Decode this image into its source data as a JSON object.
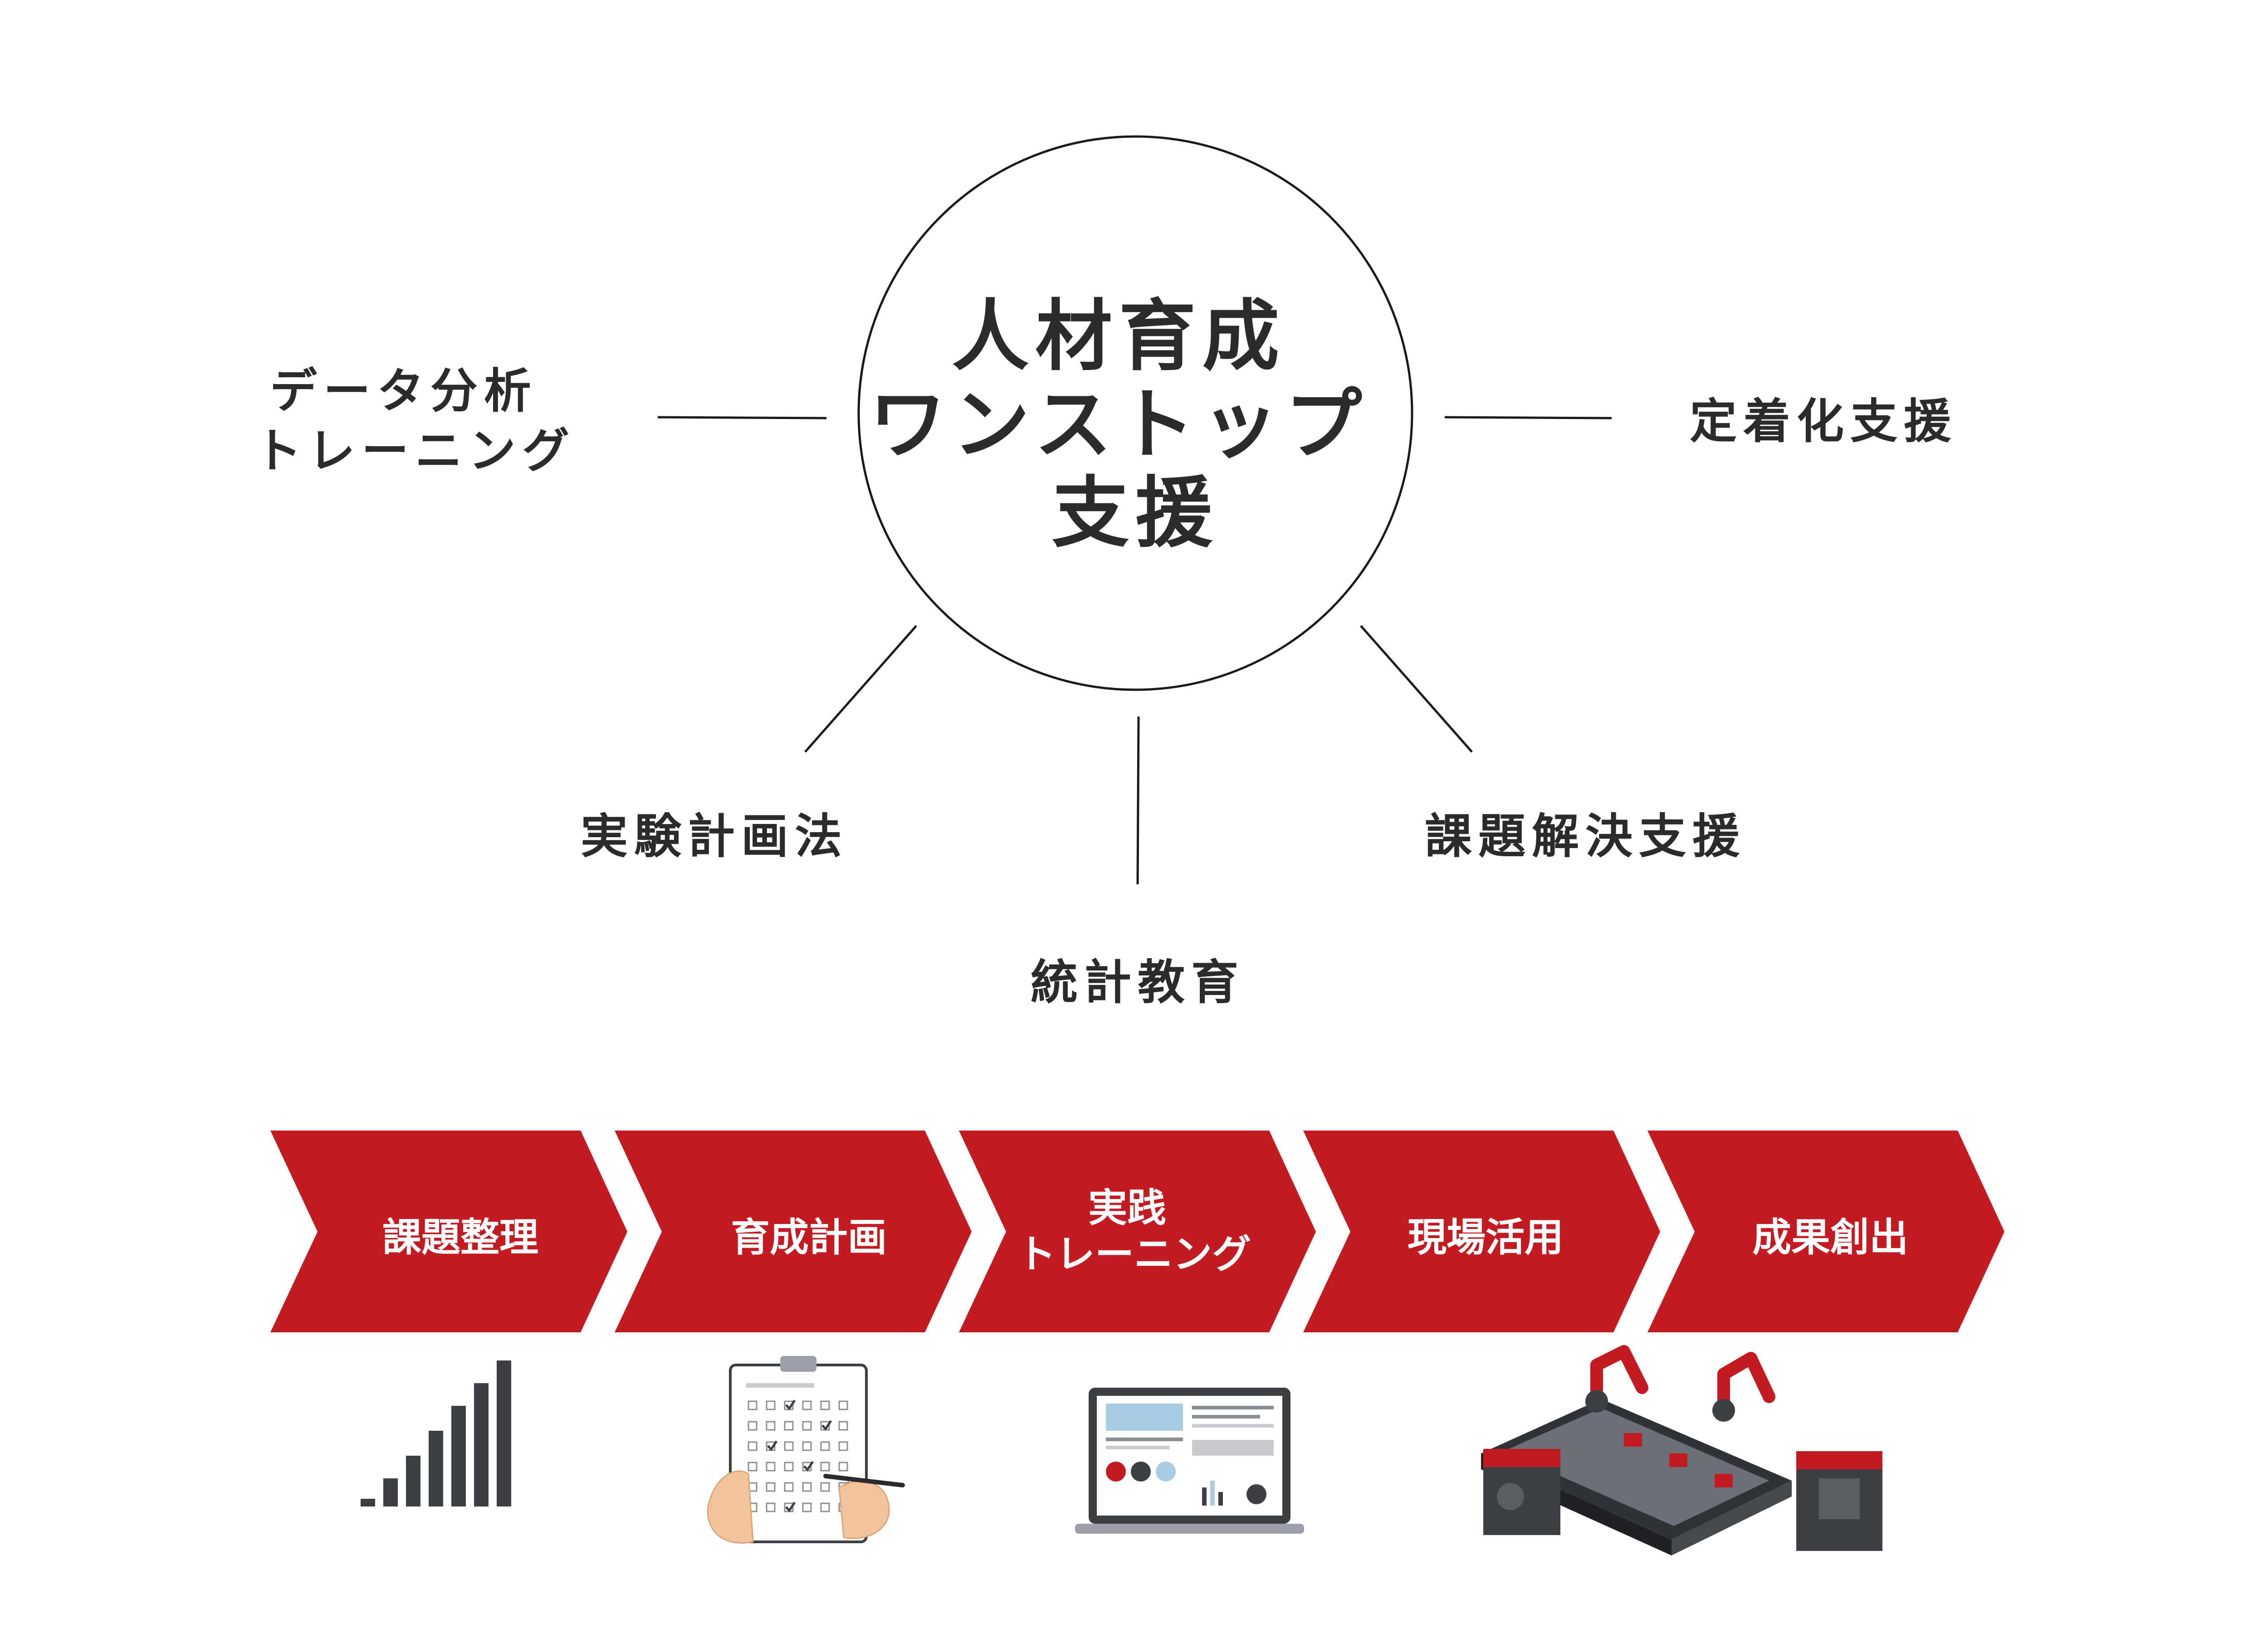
{
  "hub": {
    "lines": [
      "人材育成",
      "ワンストップ",
      "支援"
    ]
  },
  "satellites": {
    "data_analysis": [
      "データ分析",
      "トレーニング"
    ],
    "retention_support": [
      "定着化支援"
    ],
    "doe": [
      "実験計画法"
    ],
    "problem_solving": [
      "課題解決支援"
    ],
    "stat_education": [
      "統計教育"
    ]
  },
  "steps": [
    {
      "lines": [
        "課題整理"
      ]
    },
    {
      "lines": [
        "育成計画"
      ]
    },
    {
      "lines": [
        "実践",
        "トレーニング"
      ]
    },
    {
      "lines": [
        "現場活用"
      ]
    },
    {
      "lines": [
        "成果創出"
      ]
    }
  ],
  "icons": [
    "bar-chart-icon",
    "clipboard-checklist-icon",
    "laptop-dashboard-icon",
    "factory-robot-line-icon"
  ],
  "colors": {
    "text": "#2b2b2b",
    "accent_red": "#c41a22",
    "line": "#1a1a1a",
    "white": "#ffffff",
    "dark_gray": "#3c3f44"
  }
}
